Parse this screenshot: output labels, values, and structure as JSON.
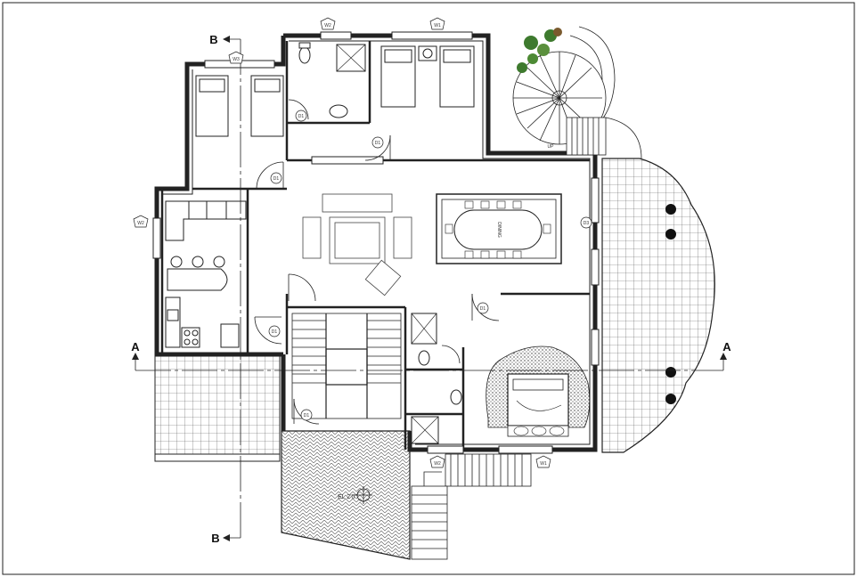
{
  "section_markers": {
    "a_left": "A",
    "a_right": "A",
    "b_top": "B",
    "b_bottom": "B"
  },
  "window_tags": {
    "w1": "W2",
    "w2": "W1",
    "w3": "W3",
    "w4": "W2",
    "w5": "W2",
    "w6": "W1"
  },
  "door_tags": {
    "d1": "D1",
    "d2": "D1",
    "d3": "D1",
    "d4": "D1",
    "d5": "D1",
    "d6": "D1",
    "d7": "D3"
  },
  "dining_label": "DINING",
  "level_label": "EL 2'0\"",
  "stair_label": "UP",
  "colors": {
    "line": "#222222",
    "wall_fill": "#333333",
    "hatch": "#666666",
    "plant": "#3e7a2e"
  }
}
